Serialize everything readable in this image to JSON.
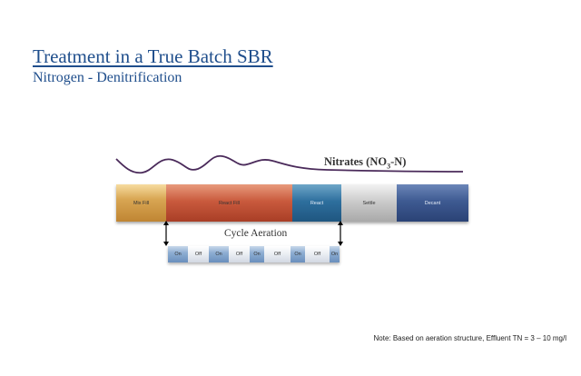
{
  "slide": {
    "title": "Treatment in a True Batch SBR",
    "subtitle": "Nitrogen - Denitrification",
    "nitrates_label": {
      "main": "Nitrates (NO",
      "sub": "3",
      "tail": "-N)"
    },
    "phases": [
      {
        "key": "mix",
        "label": "Mix Fill"
      },
      {
        "key": "react1",
        "label": "React Fill"
      },
      {
        "key": "react2",
        "label": "React"
      },
      {
        "key": "settle",
        "label": "Settle"
      },
      {
        "key": "decant",
        "label": "Decant"
      }
    ],
    "cycle_aeration_label": "Cycle Aeration",
    "aeration_states": [
      "On",
      "Off",
      "On",
      "Off",
      "On",
      "Off",
      "On",
      "Off",
      "On"
    ],
    "note": "Note: Based on aeration structure, Effluent TN = 3 – 10 mg/l"
  },
  "colors": {
    "title": "#1f4e8c",
    "nitrate_curve": "#4a2a5a",
    "mix_fill": "#d8a653",
    "react_fill": "#c95a3d",
    "react": "#2e6f9e",
    "settle": "#c8c8c8",
    "decant": "#3e5a92",
    "aeration_on": "#8eaed3",
    "aeration_off": "#ffffff"
  }
}
